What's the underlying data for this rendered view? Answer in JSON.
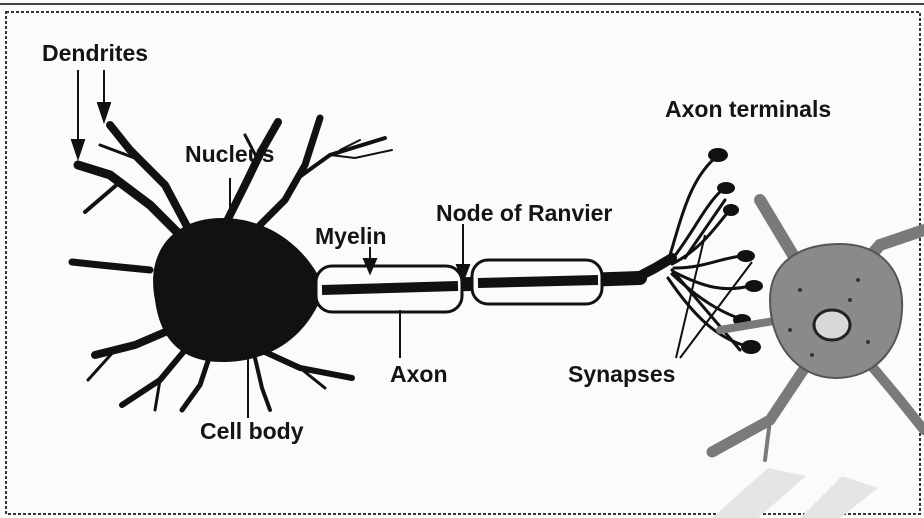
{
  "diagram": {
    "labels": {
      "dendrites": "Dendrites",
      "nucleus": "Nucleus",
      "myelin": "Myelin",
      "node_of_ranvier": "Node of Ranvier",
      "axon_terminals": "Axon terminals",
      "axon": "Axon",
      "synapses": "Synapses",
      "cell_body": "Cell body"
    }
  },
  "colors": {
    "ink": "#111111",
    "background": "#fbfbfb",
    "second_neuron": "#8a8a8a",
    "watermark": "#e5e5e5"
  }
}
